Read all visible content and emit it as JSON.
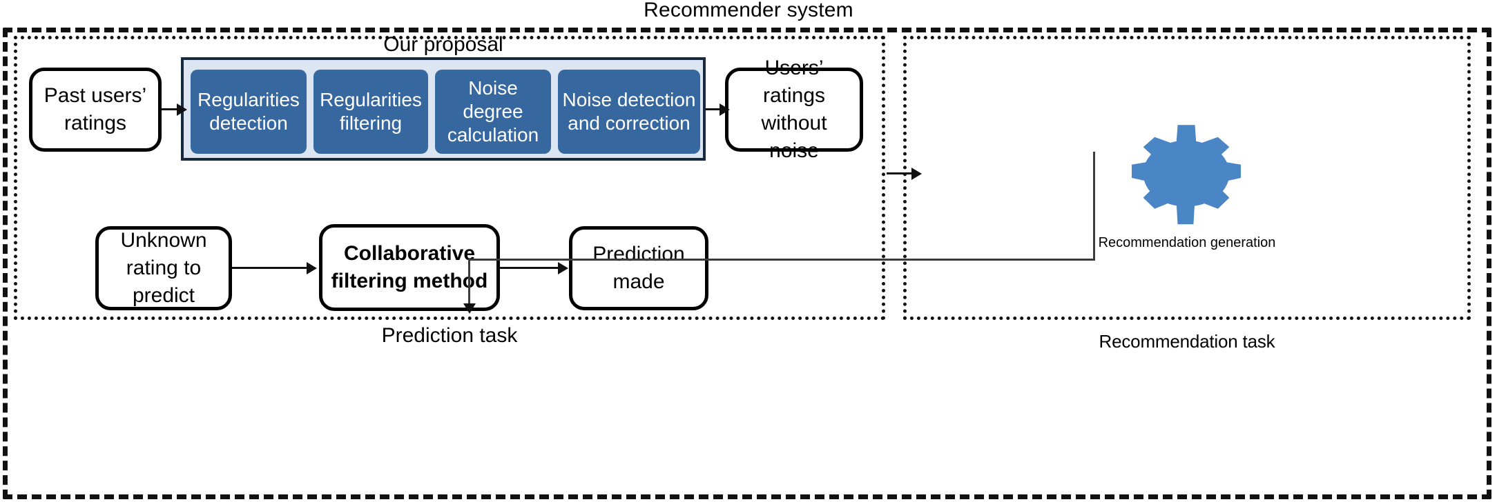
{
  "diagram": {
    "outer_title": "Recommender system",
    "frames": [
      {
        "id": "prediction",
        "caption": "Prediction task",
        "style": "dotted"
      },
      {
        "id": "recommendation",
        "caption": "Recommendation task",
        "style": "dotted"
      }
    ],
    "proposal_title": "Our proposal",
    "accent_color": "#36679f",
    "panel_fill": "#dce6f2",
    "nodes": {
      "past_ratings": "Past users’ ratings",
      "clean_ratings": "Users’ ratings without noise",
      "unknown_rating": "Unknown rating to predict",
      "cf_method": "Collaborative filtering method",
      "prediction_made": "Prediction made"
    },
    "pipeline": [
      {
        "label": "Regularities detection"
      },
      {
        "label": "Regularities filtering"
      },
      {
        "label": "Noise degree calculation"
      },
      {
        "label": "Noise detection and correction"
      }
    ],
    "recommendation": {
      "icon": "gear-icon",
      "caption": "Recommendation generation"
    }
  }
}
